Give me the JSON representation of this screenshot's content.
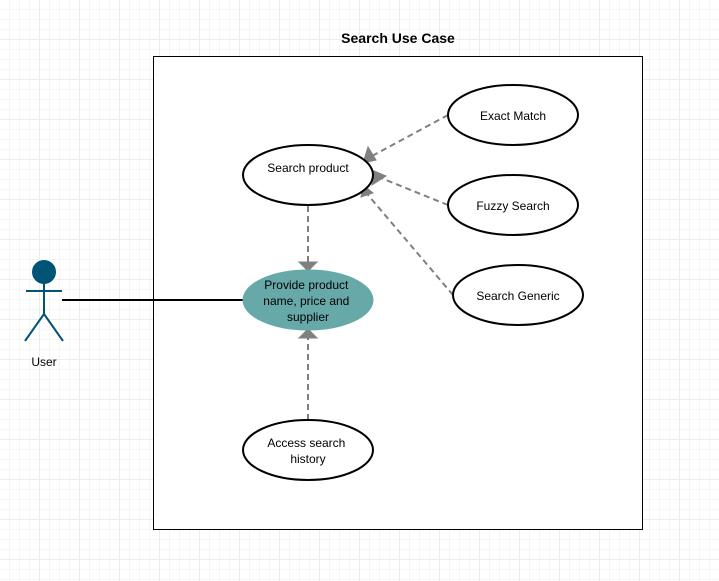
{
  "diagram": {
    "title": "Search Use Case",
    "actor": {
      "label": "User",
      "color": "#005577"
    },
    "use_cases": {
      "search_product": {
        "label": "Search product"
      },
      "provide_info": {
        "lines": [
          "Provide product",
          "name, price and",
          "supplier"
        ],
        "fill": "#67a9a9"
      },
      "access_history": {
        "lines": [
          "Access search",
          "history"
        ]
      },
      "exact_match": {
        "label": "Exact Match"
      },
      "fuzzy_search": {
        "label": "Fuzzy Search"
      },
      "search_generic": {
        "label": "Search Generic"
      }
    },
    "colors": {
      "dependency_arrow": "#808080",
      "association_line": "#000000",
      "ellipse_stroke": "#000000"
    }
  }
}
